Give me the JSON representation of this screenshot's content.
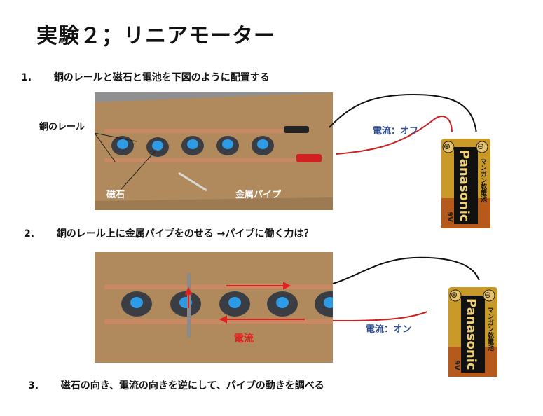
{
  "title": "実験２；リニアモーター",
  "step1": {
    "number": "1.",
    "text": "銅のレールと磁石と電池を下図のように配置する"
  },
  "step2": {
    "number": "2.",
    "text": "銅のレール上に金属パイプをのせる →パイプに働く力は？"
  },
  "step3": {
    "number": "3.",
    "text": "磁石の向き、電流の向きを逆にして、パイプの動きを調べる"
  },
  "labels": {
    "rail": "銅のレール",
    "magnet": "磁石",
    "pipe": "金属パイプ",
    "current_off": "電流：オフ",
    "current_on": "電流：オン",
    "current": "電流"
  },
  "battery": {
    "brand": "Panasonic",
    "model": "マンガン乾電池",
    "voltage": "9V",
    "plus": "⊕",
    "minus": "⊖"
  },
  "colors": {
    "label_blue": "#2f4f8f",
    "current_red": "#e02020",
    "board": "#b08a5c",
    "rail": "#c98a63",
    "magnet_blue": "#2e9be6"
  }
}
